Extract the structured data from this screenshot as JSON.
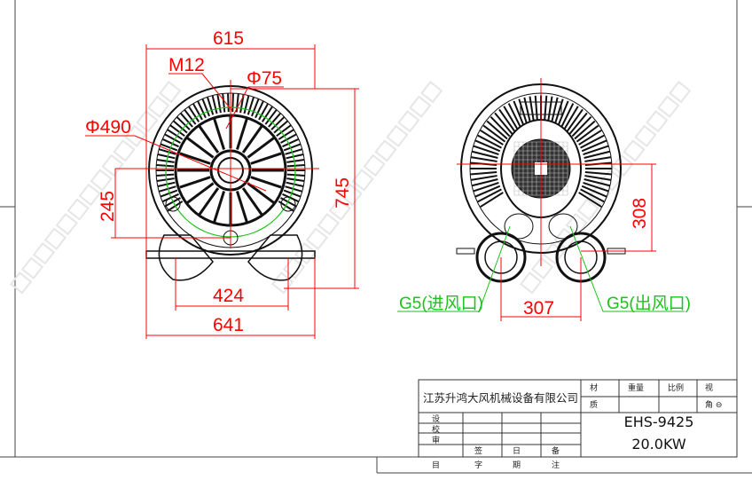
{
  "watermark": "江苏升鸿大风机械设备有限公司",
  "dimensions": {
    "overall_width": "615",
    "bolt": "M12",
    "shaft_dia": "Φ75",
    "housing_dia": "Φ490",
    "height": "745",
    "center_height": "245",
    "foot_span": "424",
    "base_width": "641",
    "port_height": "308",
    "port_spacing": "307"
  },
  "ports": {
    "inlet": "G5(进风口)",
    "outlet": "G5(出风口)"
  },
  "title_block": {
    "company": "江苏升鸿大风机械设备有限公司",
    "material_top": "材",
    "material_bottom": "质",
    "weight": "重量",
    "scale": "比例",
    "view": "视",
    "view_symbol": "角 ⊖",
    "model": "EHS-9425",
    "power": "20.0KW",
    "rows": [
      "设",
      "校",
      "审"
    ],
    "footer": [
      "目",
      "字",
      "期",
      "注"
    ],
    "header_row": [
      "签",
      "日",
      "备"
    ]
  },
  "colors": {
    "dimension": "#ff0000",
    "port_label": "#19c419",
    "drawing": "#111111"
  }
}
